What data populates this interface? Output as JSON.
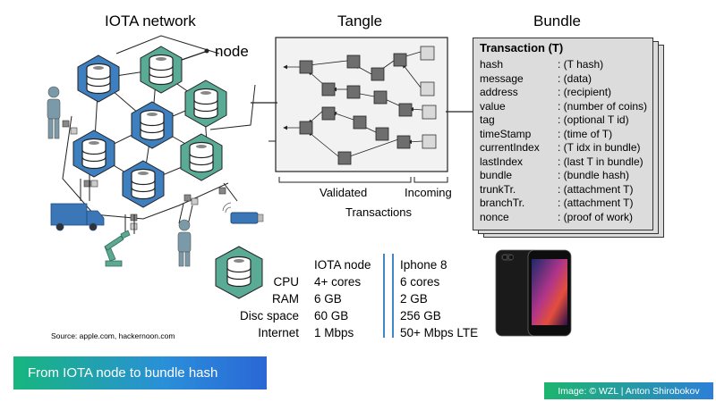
{
  "titles": {
    "network": "IOTA network",
    "tangle": "Tangle",
    "bundle": "Bundle"
  },
  "network": {
    "node_label": "node"
  },
  "tangle": {
    "validated_label": "Validated",
    "incoming_label": "Incoming",
    "transactions_label": "Transactions"
  },
  "bundle": {
    "header": "Transaction (T)",
    "fields": [
      {
        "key": "hash",
        "value": ": (T  hash)"
      },
      {
        "key": "message",
        "value": ": (data)"
      },
      {
        "key": "address",
        "value": ": (recipient)"
      },
      {
        "key": "value",
        "value": ": (number of coins)"
      },
      {
        "key": "tag",
        "value": ": (optional T id)"
      },
      {
        "key": "timeStamp",
        "value": ": (time of T)"
      },
      {
        "key": "currentIndex",
        "value": ": (T idx in bundle)"
      },
      {
        "key": "lastIndex",
        "value": ": (last T in bundle)"
      },
      {
        "key": "bundle",
        "value": ": (bundle hash)"
      },
      {
        "key": "trunkTr.",
        "value": ": (attachment T)"
      },
      {
        "key": "branchTr.",
        "value": ": (attachment T)"
      },
      {
        "key": "nonce",
        "value": ": (proof of work)"
      }
    ]
  },
  "specs": {
    "col_iota": "IOTA node",
    "col_iphone": "Iphone 8",
    "rows": [
      {
        "label": "CPU",
        "iota": "4+ cores",
        "iphone": "6 cores"
      },
      {
        "label": "RAM",
        "iota": "6 GB",
        "iphone": "2 GB"
      },
      {
        "label": "Disc space",
        "iota": "60 GB",
        "iphone": "256 GB"
      },
      {
        "label": "Internet",
        "iota": "1 Mbps",
        "iphone": "50+ Mbps LTE"
      }
    ]
  },
  "source": "Source: apple.com, hackernoon.com",
  "banner": "From IOTA node to bundle hash",
  "credit": "Image: © WZL | Anton Shirobokov",
  "colors": {
    "hex_teal": "#5aab96",
    "hex_blue": "#3d7fbf",
    "tx_validated": "#6e6e6e",
    "tx_incoming": "#d9d9d9",
    "truck": "#3b76b6",
    "robot": "#5ea892",
    "person": "#7a9aaa"
  }
}
